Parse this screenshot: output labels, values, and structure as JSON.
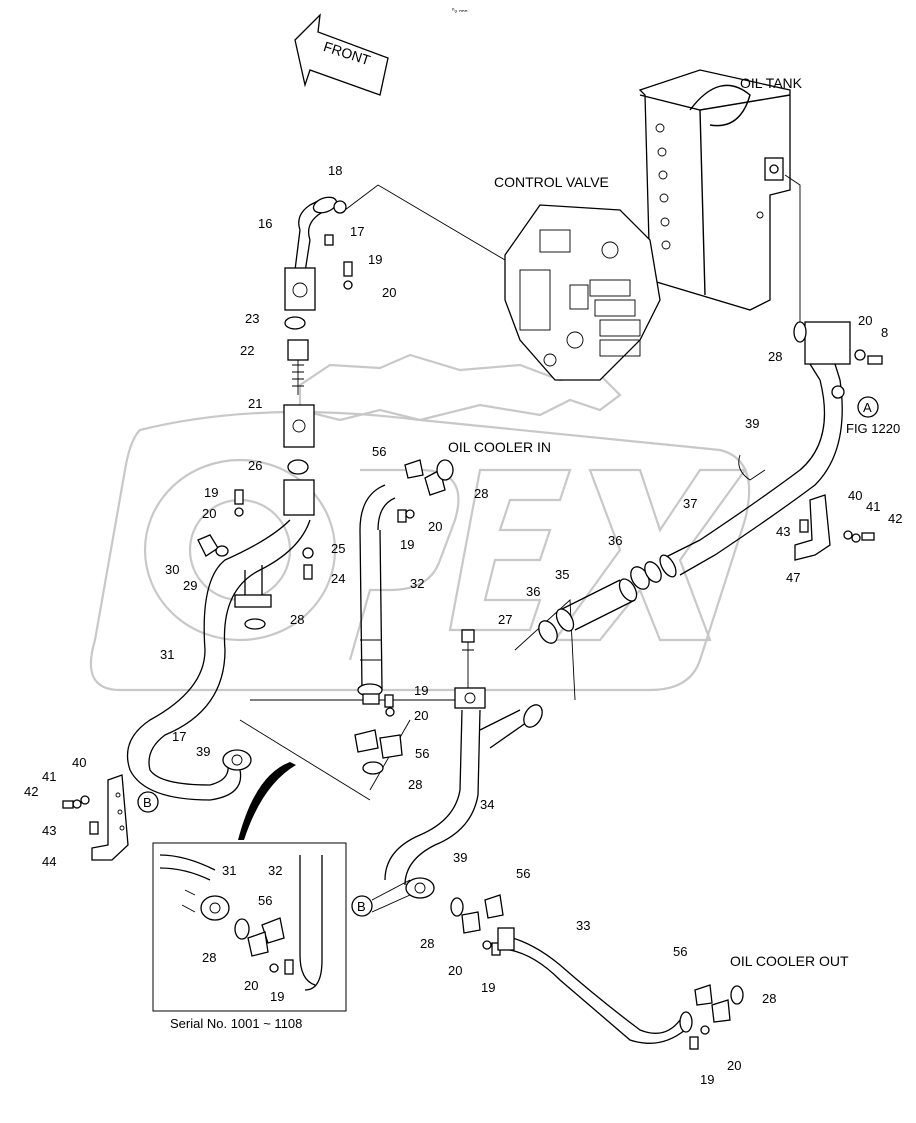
{
  "labels": {
    "front": "FRONT",
    "oil_tank": "OIL TANK",
    "control_valve": "CONTROL VALVE",
    "oil_cooler_in": "OIL COOLER IN",
    "oil_cooler_out": "OIL COOLER OUT",
    "fig_ref": "FIG 1220",
    "serial": "Serial No. 1001 ~ 1108",
    "ref_a": "A",
    "ref_b": "B",
    "top_mark": "ⁿₒ ₙₙₙ"
  },
  "callouts": [
    "18",
    "16",
    "17",
    "19",
    "20",
    "23",
    "22",
    "21",
    "26",
    "19",
    "20",
    "30",
    "29",
    "25",
    "24",
    "28",
    "31",
    "17",
    "39",
    "40",
    "41",
    "42",
    "43",
    "44",
    "56",
    "28",
    "20",
    "19",
    "32",
    "19",
    "20",
    "56",
    "28",
    "27",
    "34",
    "39",
    "28",
    "56",
    "20",
    "19",
    "33",
    "56",
    "28",
    "20",
    "19",
    "39",
    "37",
    "36",
    "35",
    "36",
    "40",
    "41",
    "42",
    "43",
    "47",
    "20",
    "8",
    "28",
    "31",
    "32",
    "56",
    "28",
    "20",
    "19"
  ]
}
